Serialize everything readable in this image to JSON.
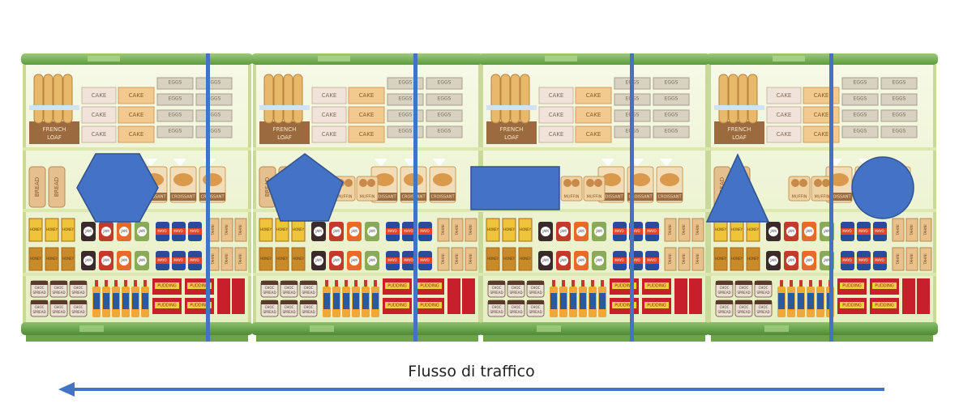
{
  "shelf_labels": {
    "french_loaf": [
      "FRENCH",
      "LOAF"
    ],
    "cake": "CAKE",
    "eggs": "EGGS",
    "bread": "BREAD",
    "croissant": "CROISSANT",
    "muffin": "MUFFIN",
    "honey": "HONEY",
    "jam": "JAM",
    "mayo": "MAYO",
    "tahini": "TAHINI",
    "choc_spread": [
      "CHOC",
      "SPREAD"
    ],
    "pudding": "PUDDING"
  },
  "markers": [
    {
      "shape": "hexagon"
    },
    {
      "shape": "pentagon"
    },
    {
      "shape": "rectangle"
    },
    {
      "shape": "triangle"
    },
    {
      "shape": "circle"
    }
  ],
  "colors": {
    "marker_fill": "#4472C4",
    "marker_stroke": "#2F528F",
    "divider": "#4472C4",
    "arrow": "#4472C4",
    "shelf_green": "#7DB45A",
    "shelf_bg": "#F1F6D9"
  },
  "caption": "Flusso di traffico",
  "arrow_direction": "right-to-left"
}
